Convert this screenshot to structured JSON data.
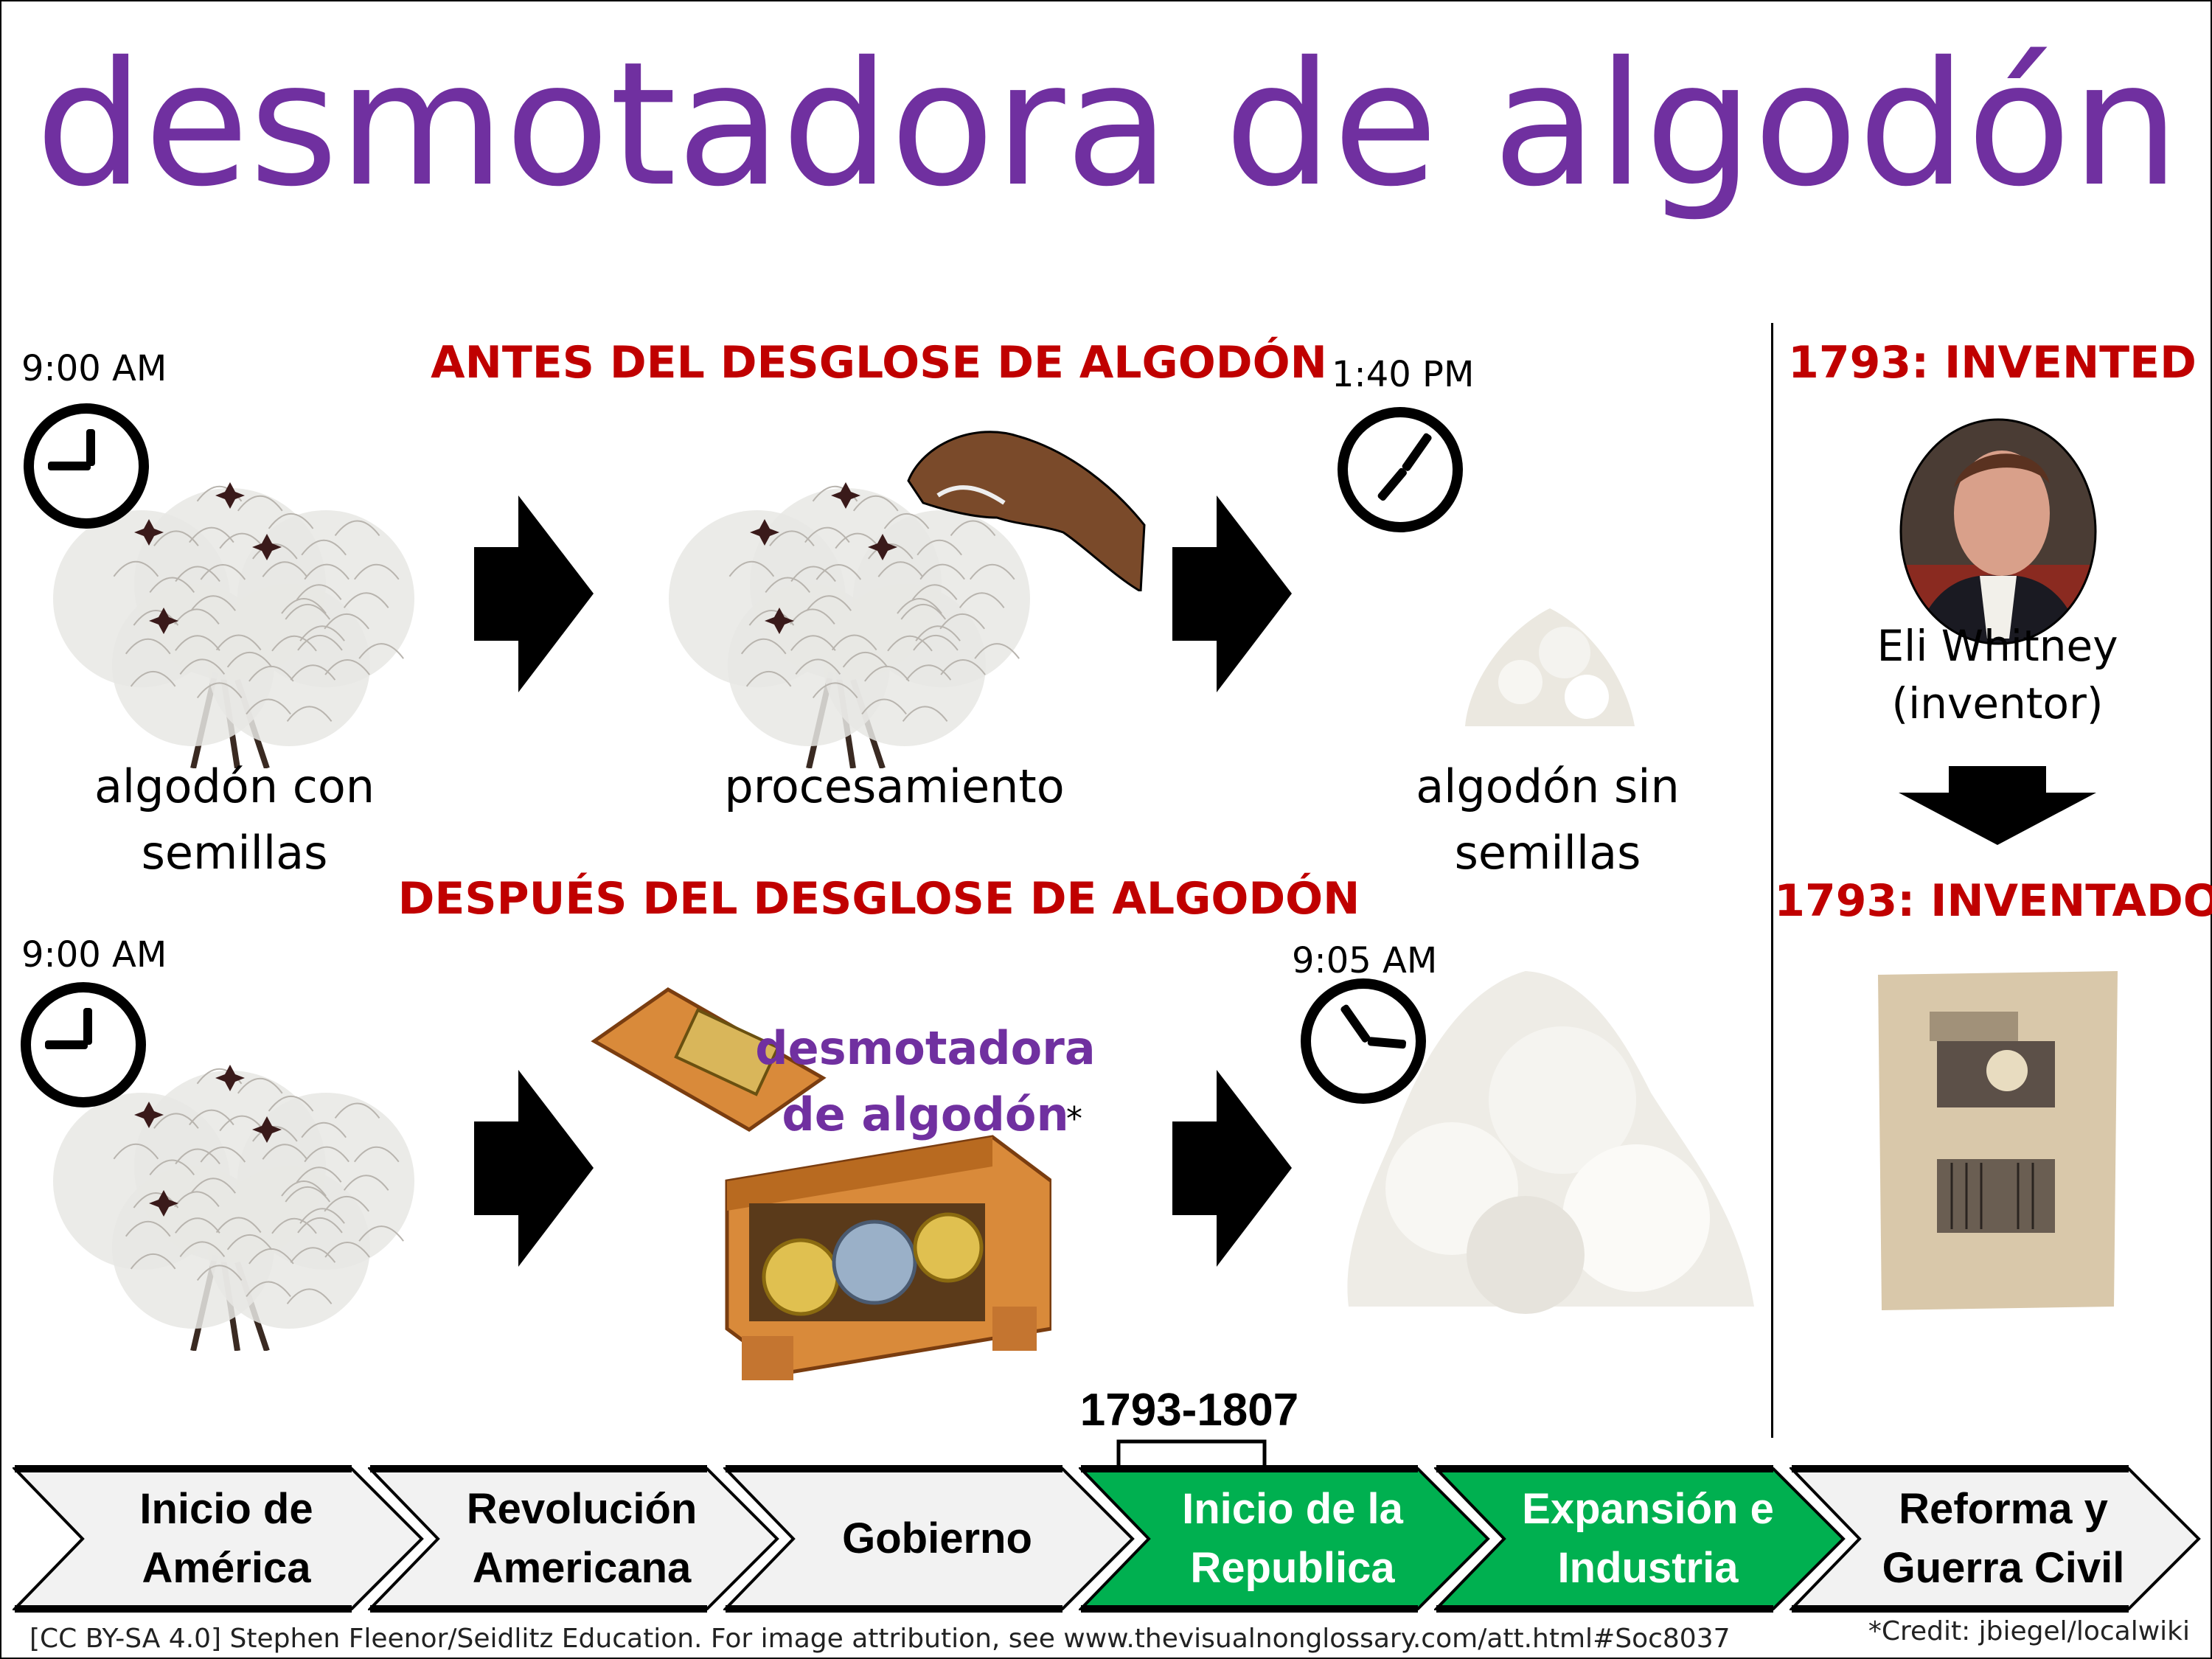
{
  "title": "desmotadora de algodón",
  "before": {
    "heading": "ANTES DEL DESGLOSE DE ALGODÓN",
    "start_time": "9:00 AM",
    "end_time": "1:40 PM",
    "label_seeded": [
      "algodón con",
      "semillas"
    ],
    "label_processing": "procesamiento",
    "label_seedless": [
      "algodón sin",
      "semillas"
    ]
  },
  "after": {
    "heading": "DESPUÉS DEL DESGLOSE DE ALGODÓN",
    "start_time": "9:00 AM",
    "end_time": "9:05 AM",
    "gin_label": [
      "desmotadora",
      "de algodón"
    ],
    "asterisk": "*"
  },
  "sidebar": {
    "invented_en": "1793: INVENTED",
    "inventor_name": "Eli Whitney",
    "inventor_role": "(inventor)",
    "invented_es": "1793: INVENTADO"
  },
  "timeline": {
    "range": "1793-1807",
    "segments": [
      {
        "lines": [
          "Inicio de",
          "América"
        ],
        "active": false
      },
      {
        "lines": [
          "Revolución",
          "Americana"
        ],
        "active": false
      },
      {
        "lines": [
          "Gobierno"
        ],
        "active": false
      },
      {
        "lines": [
          "Inicio de la",
          "Republica"
        ],
        "active": true
      },
      {
        "lines": [
          "Expansión e",
          "Industria"
        ],
        "active": true
      },
      {
        "lines": [
          "Reforma y",
          "Guerra Civil"
        ],
        "active": false
      }
    ]
  },
  "footer": {
    "attribution": "[CC BY-SA 4.0] Stephen Fleenor/Seidlitz Education.  For image attribution, see www.thevisualnonglossary.com/att.html#Soc8037",
    "credit": "*Credit: jbiegel/localwiki"
  },
  "colors": {
    "title": "#7030a0",
    "heading": "#c00000",
    "active": "#00b050",
    "inactive": "#f2f2f2"
  }
}
